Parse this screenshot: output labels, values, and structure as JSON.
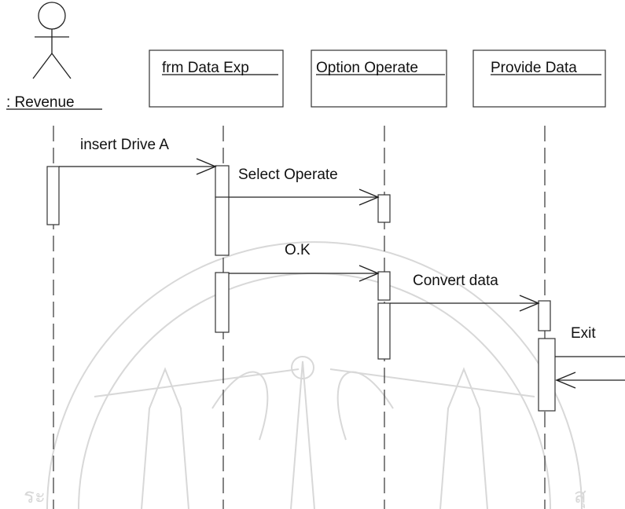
{
  "actor": {
    "label": ": Revenue"
  },
  "objects": [
    {
      "id": "frm",
      "label": "frm Data  Exp"
    },
    {
      "id": "opt",
      "label": "Option Operate"
    },
    {
      "id": "prov",
      "label": "Provide Data"
    }
  ],
  "messages": [
    {
      "id": "m1",
      "label": "insert Drive A"
    },
    {
      "id": "m2",
      "label": "Select Operate"
    },
    {
      "id": "m3",
      "label": "O.K"
    },
    {
      "id": "m4",
      "label": "Convert data"
    },
    {
      "id": "m5",
      "label": "Exit"
    }
  ],
  "watermark": {
    "left_text": "ระ",
    "right_text": "สุ"
  }
}
